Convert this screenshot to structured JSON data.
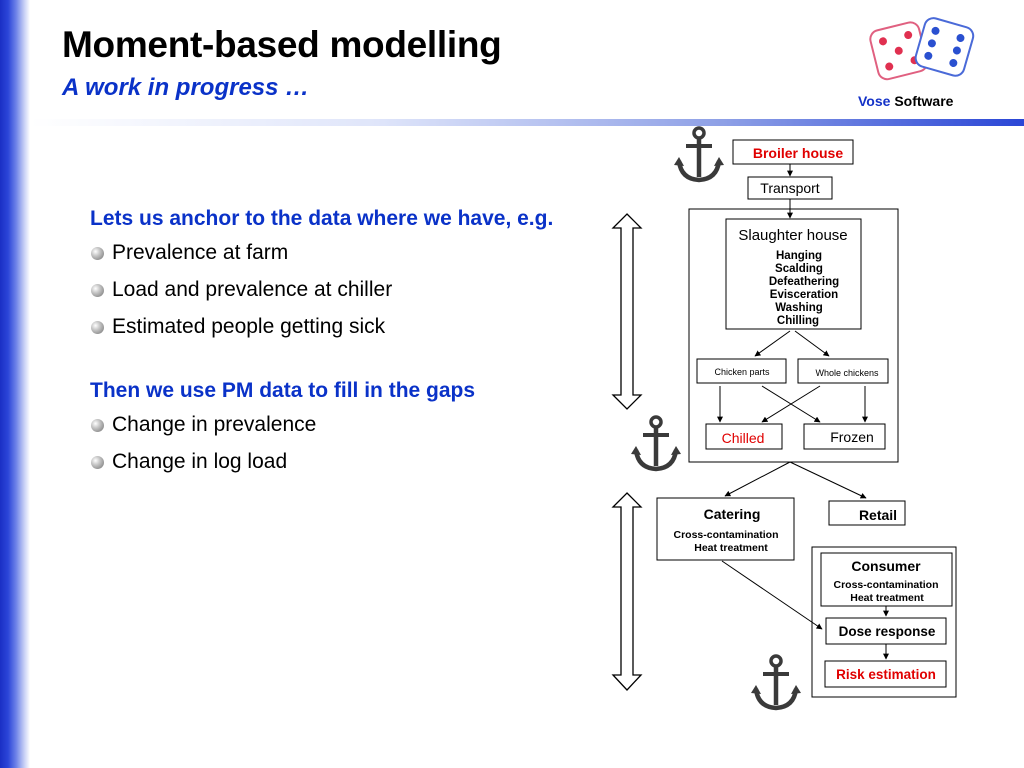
{
  "header": {
    "title": "Moment-based modelling",
    "subtitle": "A work in progress …",
    "brand_part1": "Vose",
    "brand_part2": "Software"
  },
  "content": {
    "lead1": "Lets us anchor to the data where we have, e.g.",
    "bullets1": [
      "Prevalence at farm",
      "Load and prevalence at chiller",
      "Estimated people getting sick"
    ],
    "lead2": "Then we use PM data to fill in the gaps",
    "bullets2": [
      "Change in prevalence",
      "Change in log load"
    ]
  },
  "diagram": {
    "broiler": "Broiler house",
    "transport": "Transport",
    "slaughter_title": "Slaughter house",
    "slaughter_steps": [
      "Hanging",
      "Scalding",
      "Defeathering",
      "Evisceration",
      "Washing",
      "Chilling"
    ],
    "chicken_parts": "Chicken parts",
    "whole_chickens": "Whole chickens",
    "chilled": "Chilled",
    "frozen": "Frozen",
    "catering_title": "Catering",
    "catering_l1": "Cross-contamination",
    "catering_l2": "Heat treatment",
    "retail": "Retail",
    "consumer_title": "Consumer",
    "consumer_l1": "Cross-contamination",
    "consumer_l2": "Heat treatment",
    "dose": "Dose response",
    "risk": "Risk estimation"
  },
  "colors": {
    "accent_blue": "#0a32c8",
    "red": "#e00000"
  }
}
